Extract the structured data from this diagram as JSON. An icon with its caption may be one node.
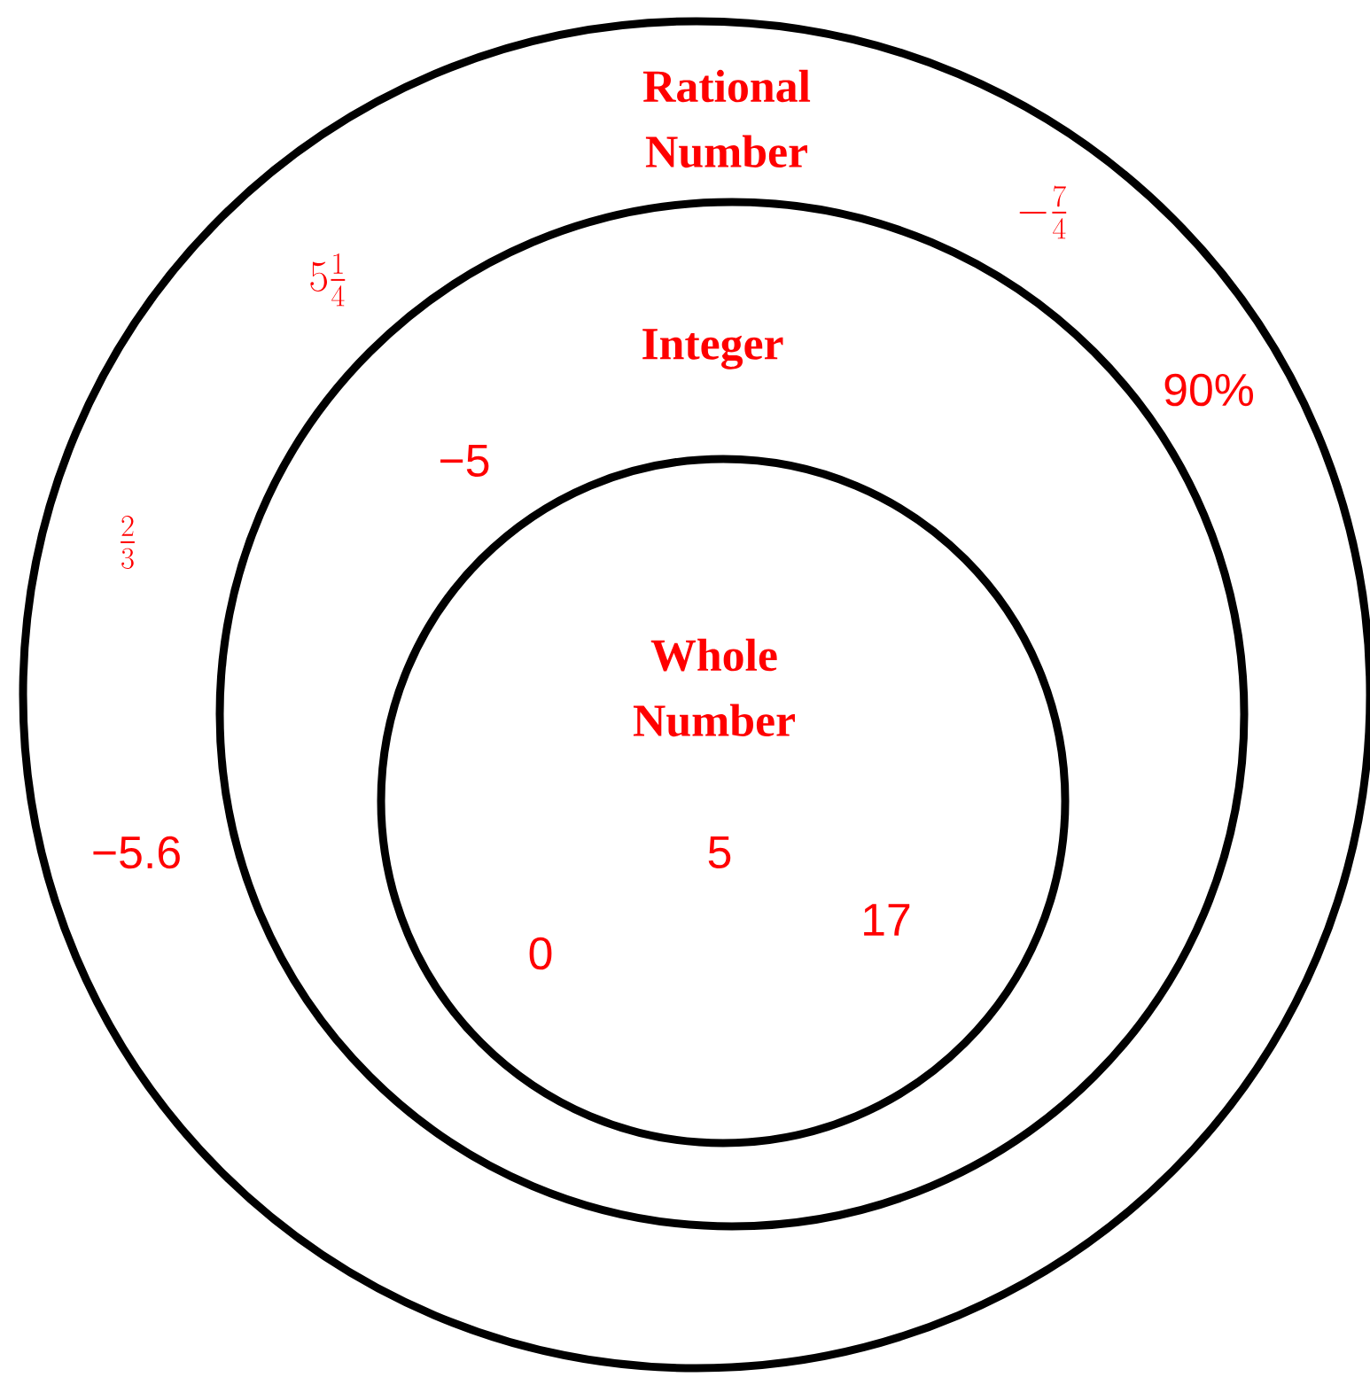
{
  "diagram": {
    "nodes": [
      {
        "text": [
          "Rational Number",
          "5\\tfrac{1}{4}",
          "-\\tfrac{7}{4}",
          "90%",
          "\\tfrac{2}{3}",
          "−5.6"
        ]
      },
      {
        "text": [
          "Integer",
          "−5"
        ],
        "in": 0
      },
      {
        "text": [
          "Whole Number",
          "5",
          "17",
          "0"
        ],
        "in": 1
      }
    ]
  }
}
